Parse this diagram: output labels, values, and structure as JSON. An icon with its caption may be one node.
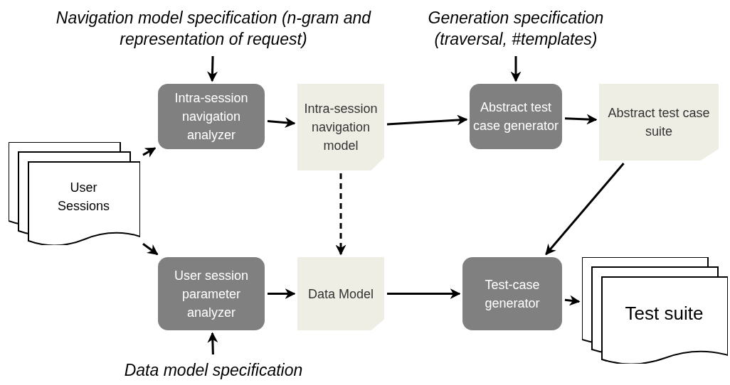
{
  "diagram": {
    "nodes": [
      {
        "text": [
          "Navigation model specification (n-gram and representation of request)"
        ]
      },
      {
        "text": [
          "Generation specification (traversal, #templates)"
        ]
      },
      {
        "text": [
          "Intra-session navigation analyzer"
        ]
      },
      {
        "text": [
          "Intra-session navigation model"
        ]
      },
      {
        "text": [
          "Abstract test case generator"
        ]
      },
      {
        "text": [
          "Abstract test case suite"
        ]
      },
      {
        "text": [
          "User Sessions"
        ]
      },
      {
        "text": [
          "User session parameter analyzer"
        ]
      },
      {
        "text": [
          "Data Model"
        ]
      },
      {
        "text": [
          "Test-case generator"
        ]
      },
      {
        "text": [
          "Test suite"
        ]
      },
      {
        "text": [
          "Data model specification"
        ]
      }
    ],
    "edges": [
      {
        "from": 0,
        "to": 2,
        "arrow": "to"
      },
      {
        "from": 1,
        "to": 4,
        "arrow": "to"
      },
      {
        "from": 6,
        "to": 2,
        "arrow": "to"
      },
      {
        "from": 6,
        "to": 7,
        "arrow": "to"
      },
      {
        "from": 2,
        "to": 3,
        "arrow": "to"
      },
      {
        "from": 3,
        "to": 4,
        "arrow": "to"
      },
      {
        "from": 4,
        "to": 5,
        "arrow": "to"
      },
      {
        "from": 3,
        "to": 8,
        "arrow": "to",
        "style": "dashed"
      },
      {
        "from": 5,
        "to": 9,
        "arrow": "to"
      },
      {
        "from": 7,
        "to": 8,
        "arrow": "to"
      },
      {
        "from": 8,
        "to": 9,
        "arrow": "to"
      },
      {
        "from": 9,
        "to": 10,
        "arrow": "to"
      },
      {
        "from": 11,
        "to": 7,
        "arrow": "to"
      }
    ]
  }
}
